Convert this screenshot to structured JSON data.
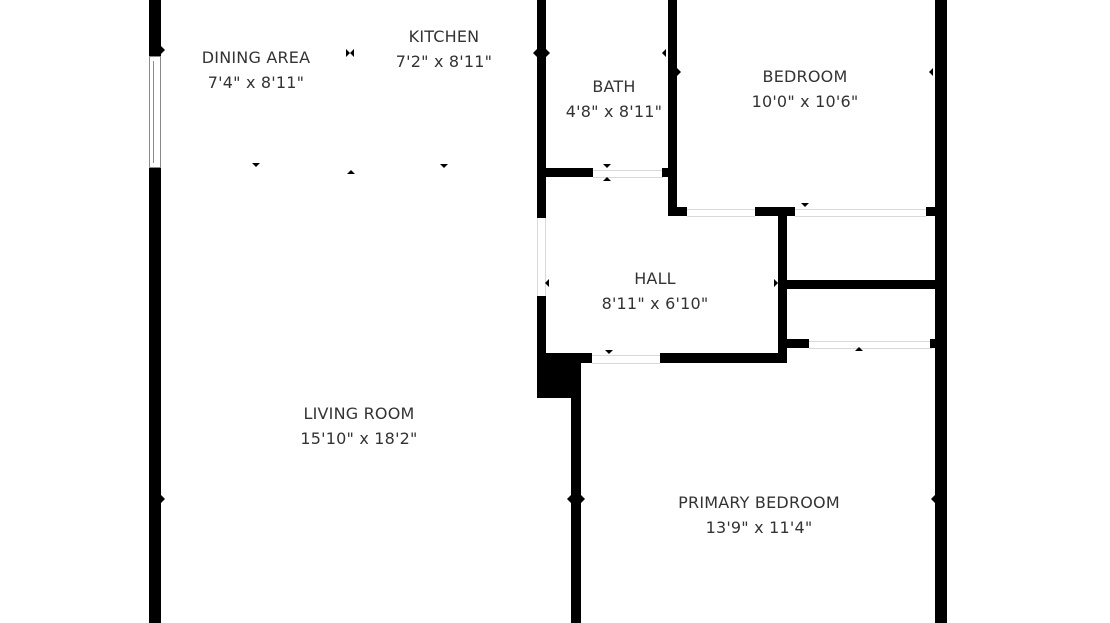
{
  "floor_plan": {
    "rooms": [
      {
        "id": "dining",
        "name": "DINING AREA",
        "dims": "7'4\" x 8'11\""
      },
      {
        "id": "kitchen",
        "name": "KITCHEN",
        "dims": "7'2\" x 8'11\""
      },
      {
        "id": "bath",
        "name": "BATH",
        "dims": "4'8\" x 8'11\""
      },
      {
        "id": "bedroom",
        "name": "BEDROOM",
        "dims": "10'0\" x 10'6\""
      },
      {
        "id": "hall",
        "name": "HALL",
        "dims": "8'11\" x 6'10\""
      },
      {
        "id": "living",
        "name": "LIVING ROOM",
        "dims": "15'10\" x 18'2\""
      },
      {
        "id": "primary",
        "name": "PRIMARY BEDROOM",
        "dims": "13'9\" x 11'4\""
      }
    ],
    "colors": {
      "wall": "#000000",
      "text": "#333333",
      "background": "#ffffff"
    }
  }
}
